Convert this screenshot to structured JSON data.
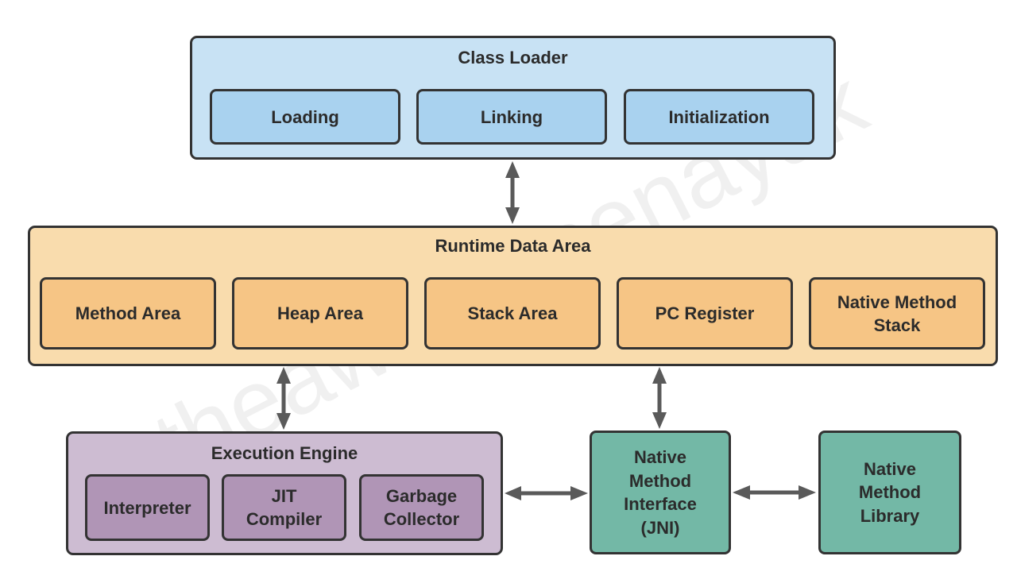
{
  "class_loader": {
    "title": "Class Loader",
    "items": [
      "Loading",
      "Linking",
      "Initialization"
    ]
  },
  "runtime_data_area": {
    "title": "Runtime Data Area",
    "items": [
      "Method Area",
      "Heap Area",
      "Stack Area",
      "PC Register",
      "Native Method\nStack"
    ]
  },
  "execution_engine": {
    "title": "Execution Engine",
    "items": [
      "Interpreter",
      "JIT\nCompiler",
      "Garbage\nCollector"
    ]
  },
  "native_method_interface": {
    "label": "Native\nMethod\nInterface\n(JNI)"
  },
  "native_method_library": {
    "label": "Native\nMethod\nLibrary"
  },
  "watermark": "theawesomenayak",
  "colors": {
    "class_loader_bg": "#c8e2f4",
    "class_loader_item": "#a9d2ef",
    "runtime_bg": "#f9dcad",
    "runtime_item": "#f6c585",
    "execution_bg": "#cdbcd2",
    "execution_item": "#b095b6",
    "native_box": "#73b8a6",
    "border": "#333333",
    "arrow": "#5a5a5a"
  }
}
